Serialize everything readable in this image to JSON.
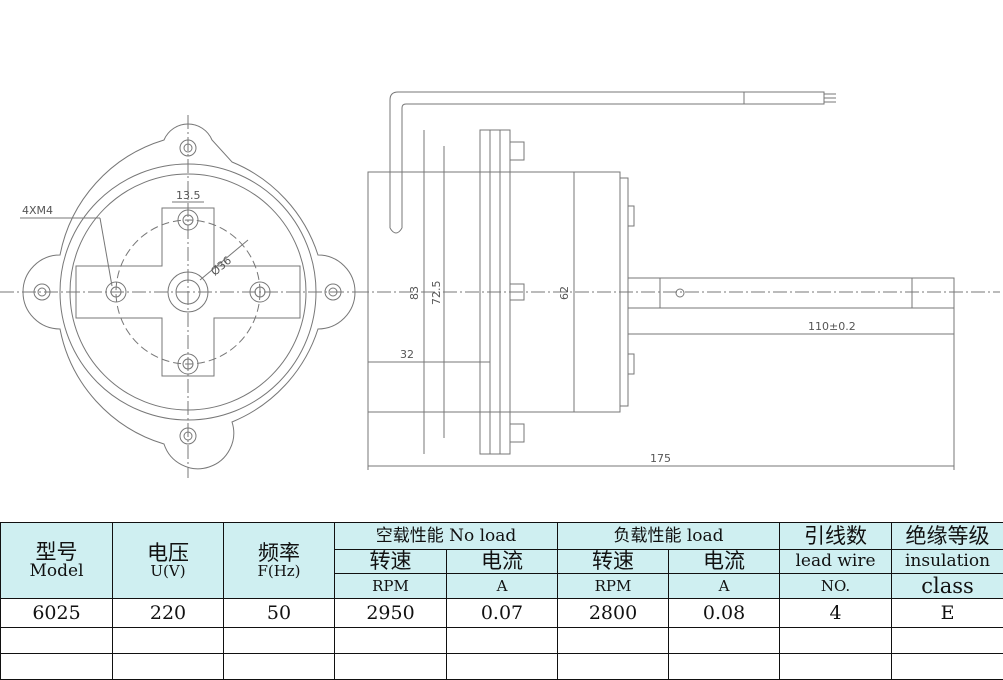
{
  "drawing": {
    "front_view": {
      "label_holes": "4XM4",
      "label_width": "13.5",
      "label_diameter": "Ø36"
    },
    "side_view": {
      "label_height_83": "83",
      "label_height_72": "72.5",
      "label_height_62": "62",
      "label_32": "32",
      "label_shaft": "110±0.2",
      "label_total": "175"
    }
  },
  "table": {
    "headers": {
      "model_cn": "型号",
      "model_en": "Model",
      "voltage_cn": "电压",
      "voltage_unit": "U(V)",
      "freq_cn": "频率",
      "freq_unit": "F(Hz)",
      "noload": "空载性能 No load",
      "load": "负载性能 load",
      "leadwire_cn": "引线数",
      "leadwire_en": "lead wire",
      "leadwire_unit": "NO.",
      "insul_cn": "绝缘等级",
      "insul_en": "insulation",
      "insul_unit": "class",
      "speed_cn": "转速",
      "speed_unit": "RPM",
      "current_cn": "电流",
      "current_unit": "A"
    },
    "rows": [
      {
        "model": "6025",
        "voltage": "220",
        "freq": "50",
        "noload_rpm": "2950",
        "noload_a": "0.07",
        "load_rpm": "2800",
        "load_a": "0.08",
        "leads": "4",
        "insulation": "E"
      }
    ]
  }
}
